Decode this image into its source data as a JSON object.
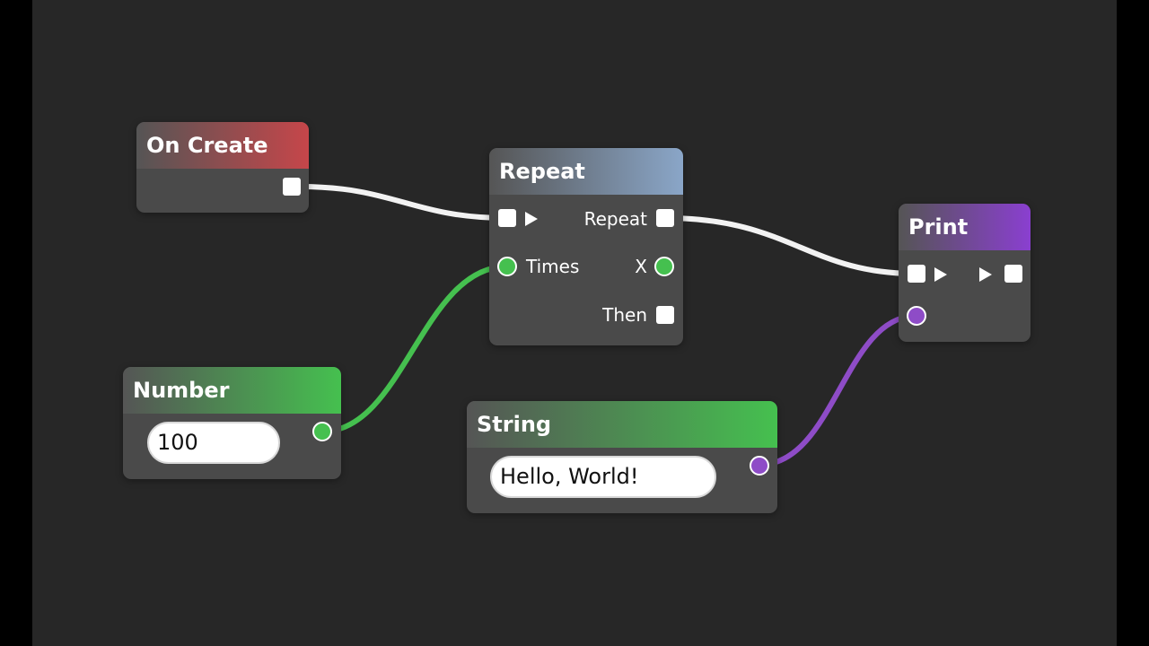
{
  "nodes": {
    "on_create": {
      "title": "On Create",
      "color": "#c6464a"
    },
    "repeat": {
      "title": "Repeat",
      "color": "#8aa6c8",
      "ports": {
        "repeat_out": "Repeat",
        "times_in": "Times",
        "x_out": "X",
        "then_out": "Then"
      }
    },
    "print": {
      "title": "Print",
      "color": "#8a3fd0"
    },
    "number": {
      "title": "Number",
      "color": "#45c04f",
      "value": "100"
    },
    "string": {
      "title": "String",
      "color": "#45c04f",
      "value": "Hello, World!"
    }
  },
  "colors": {
    "canvas": "#272727",
    "exec_wire": "#ffffff",
    "number_wire": "#45c04f",
    "string_wire": "#8e4cc7",
    "node_body": "#4a4a4a"
  },
  "icons": [
    "play-arrow-icon",
    "exec-port-icon",
    "data-port-icon"
  ]
}
